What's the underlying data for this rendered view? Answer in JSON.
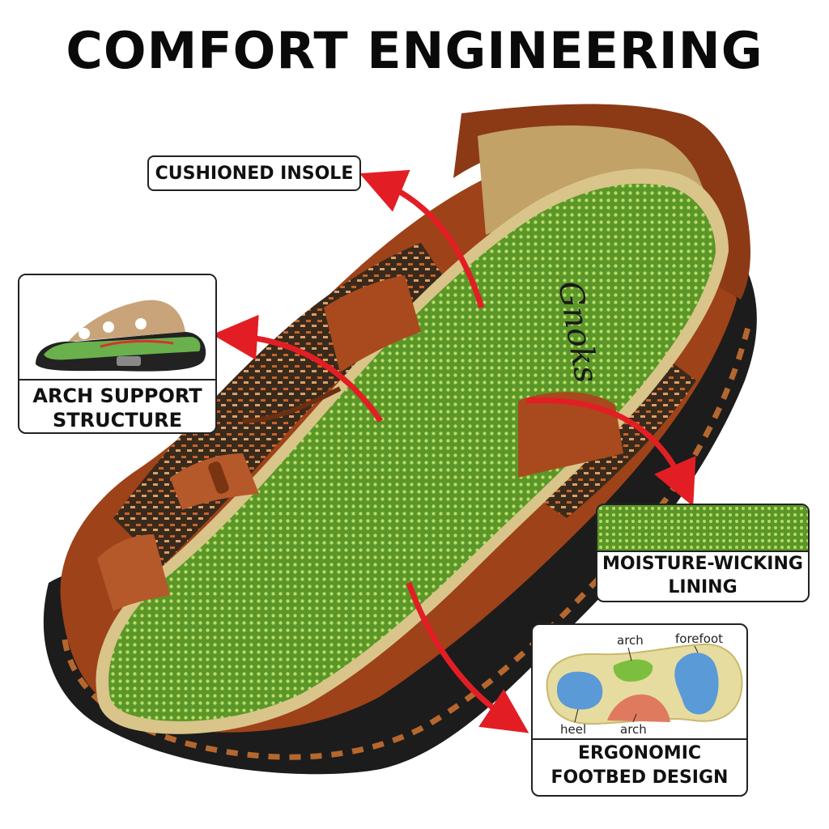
{
  "title": "COMFORT ENGINEERING",
  "brand_logo_text": "Gnoks",
  "callouts": {
    "cushioned_insole": "CUSHIONED INSOLE",
    "arch_support_line1": "ARCH SUPPORT",
    "arch_support_line2": "STRUCTURE",
    "moisture_line1": "MOISTURE-WICKING",
    "moisture_line2": "LINING",
    "ergonomic_line1": "ERGONOMIC",
    "ergonomic_line2": "FOOTBED DESIGN"
  },
  "footbed_map_labels": {
    "arch_top": "arch",
    "forefoot": "forefoot",
    "heel": "heel",
    "arch_bottom": "arch"
  },
  "colors": {
    "arrow": "#e21e24",
    "insole_green": "#5f9a2c",
    "leather": "#a9461b",
    "sole": "#1c1c1c"
  }
}
